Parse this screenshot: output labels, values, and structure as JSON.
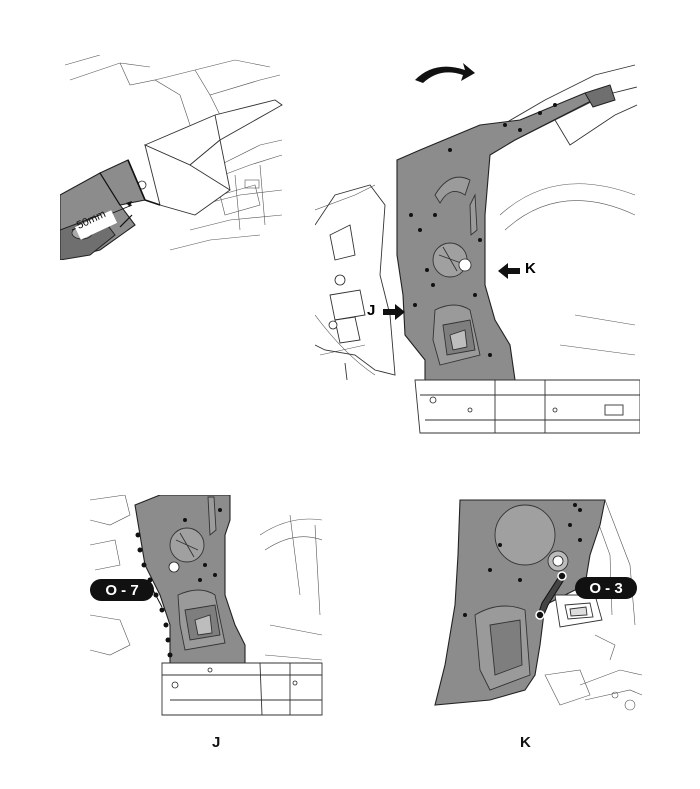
{
  "figure": {
    "colors": {
      "part_fill": "#8c8c8c",
      "line": "#333333",
      "callout_bg": "#111111",
      "callout_text": "#ffffff"
    },
    "detail_top_left": {
      "dimension_label": "50mm"
    },
    "main_view": {
      "rotation_icon": "curved-arrow-icon",
      "arrow_k_label": "K",
      "arrow_j_label": "J"
    },
    "view_j": {
      "caption": "J",
      "callout": "O - 7"
    },
    "view_k": {
      "caption": "K",
      "callout": "O - 3"
    }
  }
}
